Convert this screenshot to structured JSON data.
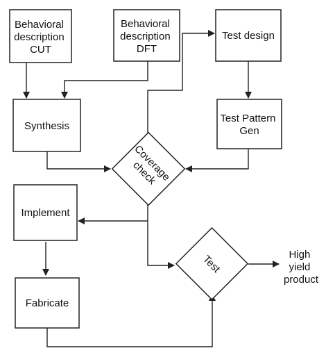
{
  "nodes": {
    "behavioral_cut": {
      "lines": [
        "Behavioral",
        "description",
        "CUT"
      ]
    },
    "behavioral_dft": {
      "lines": [
        "Behavioral",
        "description",
        "DFT"
      ]
    },
    "test_design": {
      "lines": [
        "Test design"
      ]
    },
    "synthesis": {
      "lines": [
        "Synthesis"
      ]
    },
    "test_pattern_gen": {
      "lines": [
        "Test Pattern",
        "Gen"
      ]
    },
    "coverage_check": {
      "lines": [
        "Coverage",
        "check"
      ]
    },
    "implement": {
      "lines": [
        "Implement"
      ]
    },
    "test": {
      "lines": [
        "Test"
      ]
    },
    "fabricate": {
      "lines": [
        "Fabricate"
      ]
    },
    "high_yield_product": {
      "lines": [
        "High",
        "yield",
        "product"
      ]
    }
  },
  "edges": [
    {
      "from": "behavioral_cut",
      "to": "synthesis"
    },
    {
      "from": "behavioral_dft",
      "to": "synthesis"
    },
    {
      "from": "synthesis",
      "to": "coverage_check"
    },
    {
      "from": "coverage_check",
      "to": "test_design"
    },
    {
      "from": "test_design",
      "to": "test_pattern_gen"
    },
    {
      "from": "test_pattern_gen",
      "to": "coverage_check"
    },
    {
      "from": "coverage_check",
      "to": "implement"
    },
    {
      "from": "coverage_check",
      "to": "test"
    },
    {
      "from": "implement",
      "to": "fabricate"
    },
    {
      "from": "fabricate",
      "to": "test"
    },
    {
      "from": "test",
      "to": "high_yield_product"
    }
  ]
}
